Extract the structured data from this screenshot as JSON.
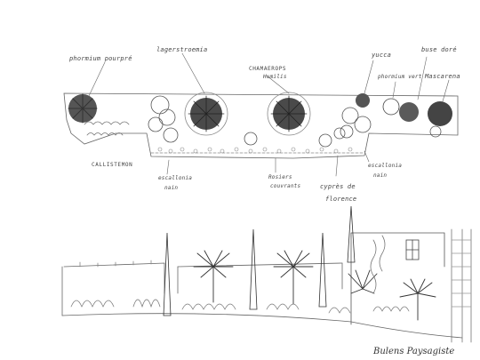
{
  "plan_labels": {
    "phormium_pourpre": "phormium pourpré",
    "lagerstroemia": "lagerstroemia",
    "chamaerops_line1": "CHAMAEROPS",
    "chamaerops_line2": "Humilis",
    "yucca": "yucca",
    "phormium_vert": "phormium vert",
    "buse_doree": "buse doré",
    "mascarena": "Mascarena",
    "callistemon": "CALLISTEMON",
    "escallonia_nain_left_1": "escallonia",
    "escallonia_nain_left_2": "nain",
    "rosiers_couvrants_1": "Rosiers",
    "rosiers_couvrants_2": "couvrants",
    "cypres_1": "cyprès de",
    "cypres_2": "florence",
    "escallonia_nain_right_1": "escallonia",
    "escallonia_nain_right_2": "nain"
  },
  "signature": "Bulens Paysagiste",
  "colors": {
    "pencil": "#3a3a3a",
    "light": "#7a7a7a",
    "paper": "#ffffff"
  }
}
